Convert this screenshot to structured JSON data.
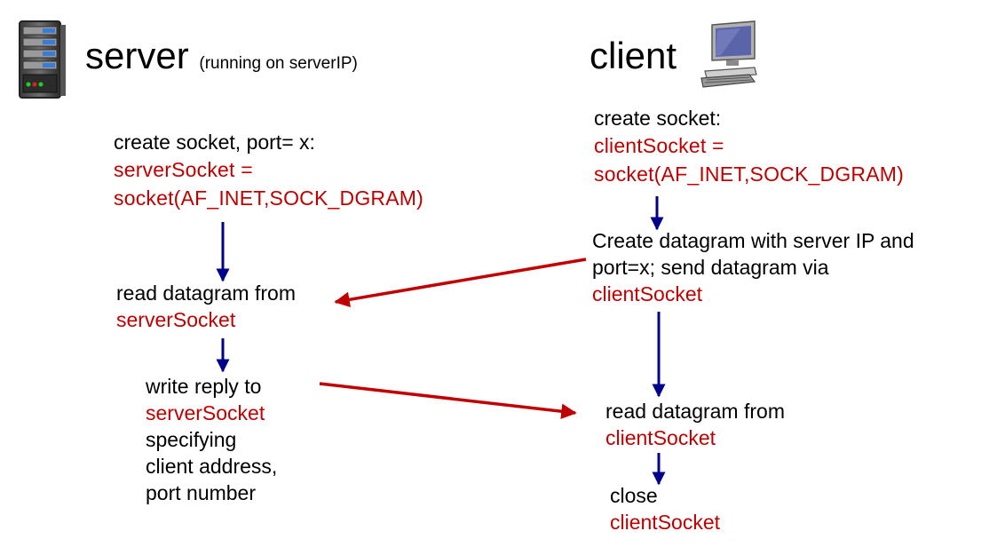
{
  "server": {
    "title": "server",
    "note": "(running on serverIP)",
    "create": {
      "line1": "create socket, port= x:",
      "code1": "serverSocket =",
      "code2": "socket(AF_INET,SOCK_DGRAM)"
    },
    "read": {
      "line1": "read datagram from",
      "code1": "serverSocket"
    },
    "write": {
      "line1": "write reply to",
      "code1": "serverSocket",
      "line2": "specifying",
      "line3": "client address,",
      "line4": "port number"
    }
  },
  "client": {
    "title": "client",
    "create": {
      "line1": "create socket:",
      "code1": "clientSocket =",
      "code2": "socket(AF_INET,SOCK_DGRAM)"
    },
    "send": {
      "line1": "Create datagram with server IP and",
      "line2": "port=x; send datagram via",
      "code1": "clientSocket"
    },
    "read": {
      "line1": "read datagram from",
      "code1": "clientSocket"
    },
    "close": {
      "line1": "close",
      "code1": "clientSocket"
    }
  },
  "colors": {
    "code_text": "#c00000",
    "flow_arrow": "#00008b",
    "message_arrow": "#c00000"
  },
  "icons": [
    "server-rack-icon",
    "desktop-computer-icon"
  ]
}
